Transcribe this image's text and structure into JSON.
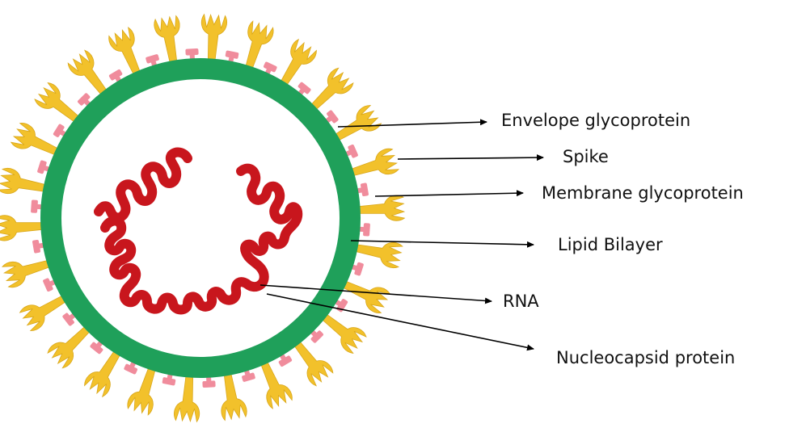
{
  "colors": {
    "membrane": "#1fa05a",
    "spike": "#f2c12b",
    "glycoprotein": "#f08c9c",
    "rna": "#c8161d",
    "arrow": "#000000",
    "text": "#111111"
  },
  "labels": {
    "envelope_glycoprotein": "Envelope glycoprotein",
    "spike": "Spike",
    "membrane_glycoprotein": "Membrane glycoprotein",
    "lipid_bilayer": "Lipid Bilayer",
    "rna": "RNA",
    "nucleocapsid_protein": "Nucleocapsid protein"
  }
}
